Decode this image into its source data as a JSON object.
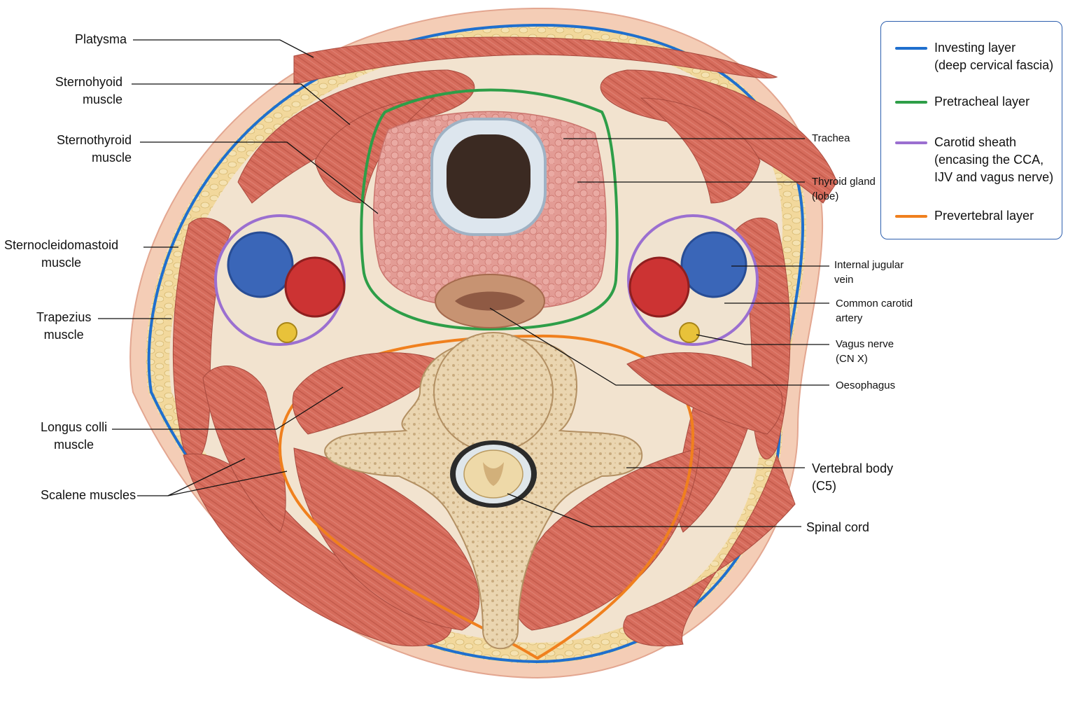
{
  "labels": {
    "platysma": [
      "Platysma"
    ],
    "sternohyoid": [
      "Sternohyoid",
      "muscle"
    ],
    "sternothyroid": [
      "Sternothyroid",
      "muscle"
    ],
    "sternocleidomastoid": [
      "Sternocleidomastoid",
      "muscle"
    ],
    "trapezius": [
      "Trapezius",
      "muscle"
    ],
    "longus_colli": [
      "Longus colli",
      "muscle"
    ],
    "scalene": [
      "Scalene muscles"
    ],
    "trachea": [
      "Trachea"
    ],
    "thyroid": [
      "Thyroid gland",
      "(lobe)"
    ],
    "ijv": [
      "Internal jugular",
      "vein"
    ],
    "cca": [
      "Common carotid",
      "artery"
    ],
    "vagus": [
      "Vagus nerve",
      "(CN X)"
    ],
    "oesophagus": [
      "Oesophagus"
    ],
    "vertebral_body": [
      "Vertebral body",
      "(C5)"
    ],
    "spinal_cord": [
      "Spinal cord"
    ]
  },
  "legend": [
    {
      "lines": [
        "Investing layer",
        "(deep cervical fascia)"
      ],
      "color": "#1f6fce",
      "icon": "blue-line"
    },
    {
      "lines": [
        "Pretracheal layer"
      ],
      "color": "#2e9e48",
      "icon": "green-line"
    },
    {
      "lines": [
        "Carotid sheath",
        "(encasing the CCA,",
        "IJV and vagus nerve)"
      ],
      "color": "#9b6fd0",
      "icon": "purple-line"
    },
    {
      "lines": [
        "Prevertebral layer"
      ],
      "color": "#f0801e",
      "icon": "orange-line"
    }
  ],
  "colors": {
    "skin": "#f2c3ac",
    "fat": "#f0d79a",
    "muscle": "#d46a5a",
    "muscle_dark": "#b84d40",
    "bone": "#e9d6b4",
    "vein": "#3a66b8",
    "artery": "#cc3333",
    "nerve": "#e8c23a",
    "thyroid": "#e49b95",
    "cartilage": "#dde6ee"
  }
}
